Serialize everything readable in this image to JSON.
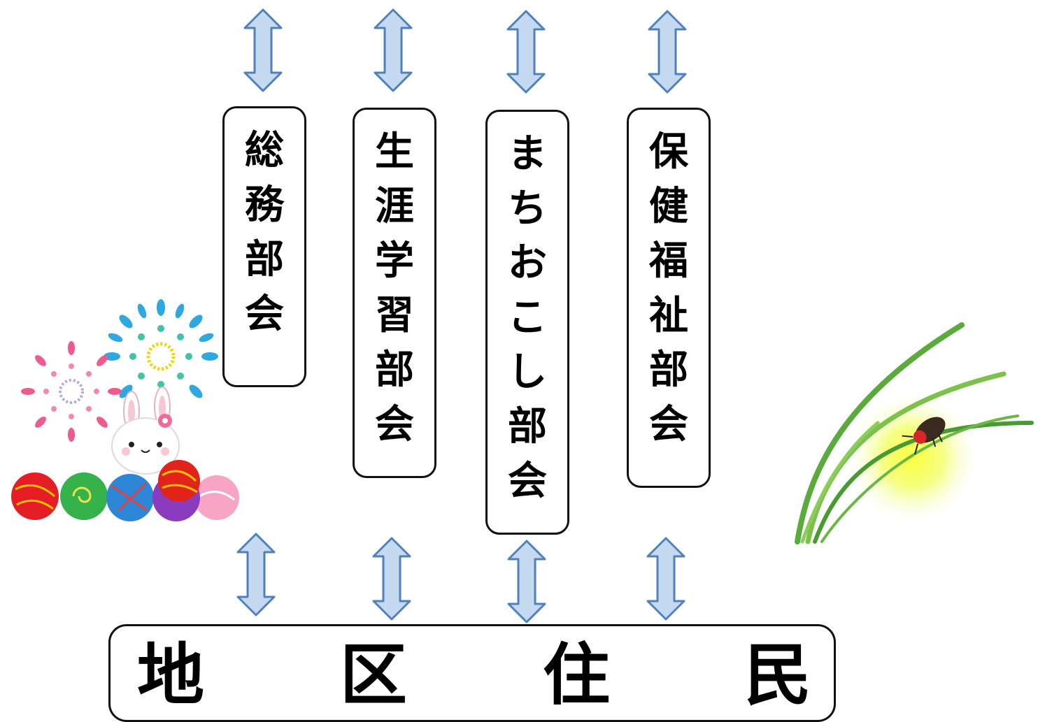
{
  "departments": [
    {
      "chars": [
        "総",
        "務",
        "部",
        "会"
      ]
    },
    {
      "chars": [
        "生",
        "涯",
        "学",
        "習",
        "部",
        "会"
      ]
    },
    {
      "chars": [
        "ま",
        "ち",
        "お",
        "こ",
        "し",
        "部",
        "会"
      ]
    },
    {
      "chars": [
        "保",
        "健",
        "福",
        "祉",
        "部",
        "会"
      ]
    }
  ],
  "residents": {
    "chars": [
      "地",
      "区",
      "住",
      "民"
    ]
  },
  "colors": {
    "arrow_fill": "#c5d9f1",
    "arrow_stroke": "#4f81bd",
    "box_border": "#111111"
  }
}
